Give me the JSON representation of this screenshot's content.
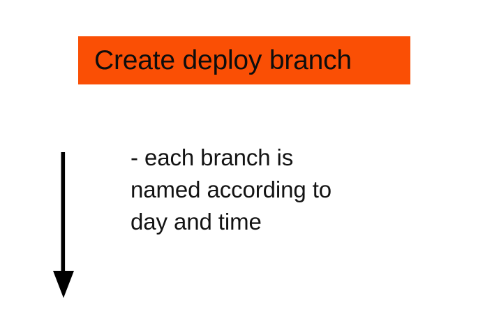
{
  "slide": {
    "background_color": "#ffffff",
    "title": {
      "text": "Create deploy branch",
      "banner_color": "#fa4f05",
      "text_color": "#0d0d0d"
    },
    "body": {
      "lines": [
        "- each branch is",
        "named according to",
        "day and time"
      ],
      "text_color": "#131313"
    },
    "arrow": {
      "icon": "down-arrow-icon",
      "direction": "down",
      "color": "#000000"
    }
  }
}
